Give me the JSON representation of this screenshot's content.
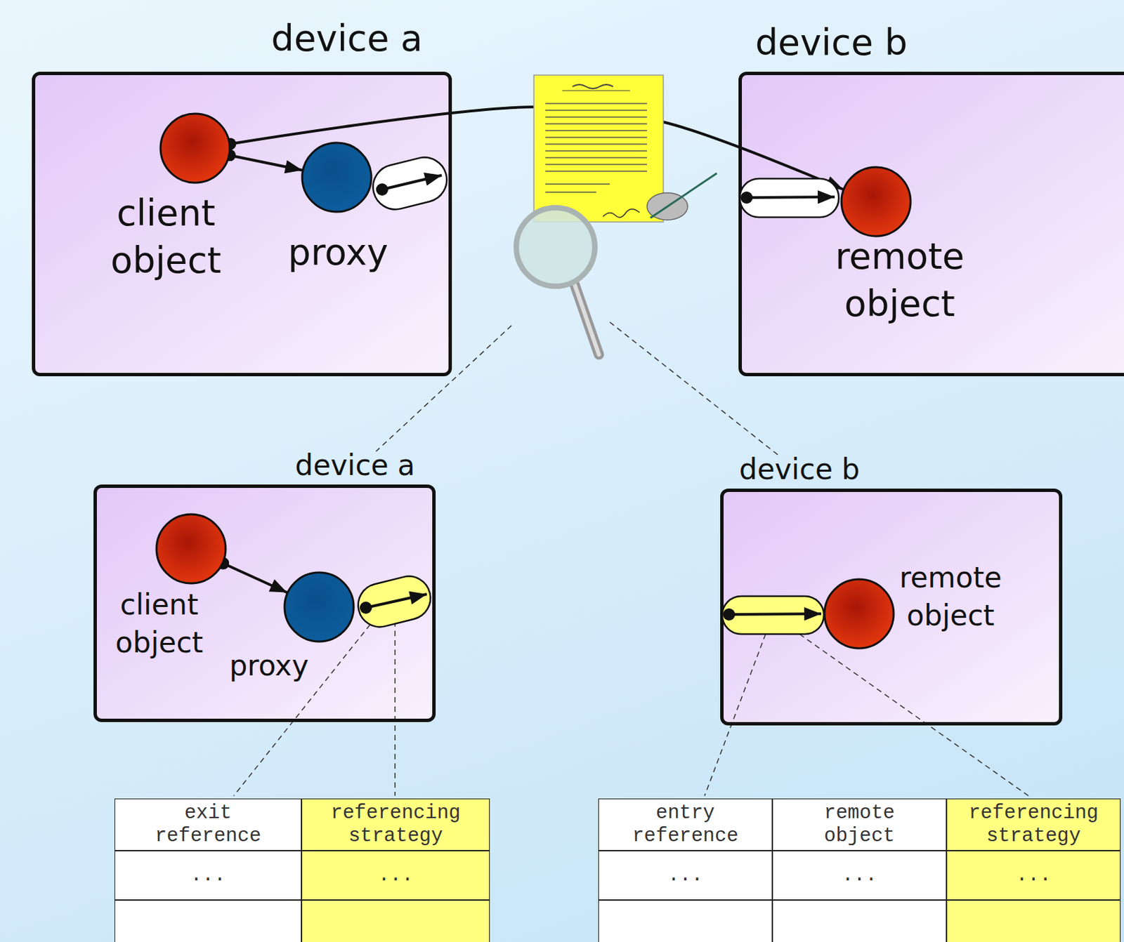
{
  "diagram": {
    "nodes": [
      {
        "text": [
          "device a"
        ]
      },
      {
        "text": [
          "client object"
        ],
        "in": 0
      },
      {
        "text": [
          "proxy"
        ],
        "in": 0
      },
      {
        "text": [
          "device b"
        ]
      },
      {
        "text": [
          "remote object"
        ],
        "in": 3
      },
      {
        "text": [
          "device a"
        ]
      },
      {
        "text": [
          "client object"
        ],
        "in": 5
      },
      {
        "text": [
          "proxy"
        ],
        "in": 5
      },
      {
        "text": [
          "device b"
        ]
      },
      {
        "text": [
          "remote object"
        ],
        "in": 8
      }
    ],
    "edges": [
      {
        "from": 1,
        "to": 2,
        "arrow": "to"
      },
      {
        "from": 1,
        "to": 4,
        "arrow": "to"
      },
      {
        "from": 6,
        "to": 7,
        "arrow": "to"
      }
    ],
    "labels": [
      "exit reference",
      "referencing strategy",
      "...",
      "...",
      "entry reference",
      "remote object",
      "referencing strategy",
      "...",
      "...",
      "..."
    ]
  }
}
